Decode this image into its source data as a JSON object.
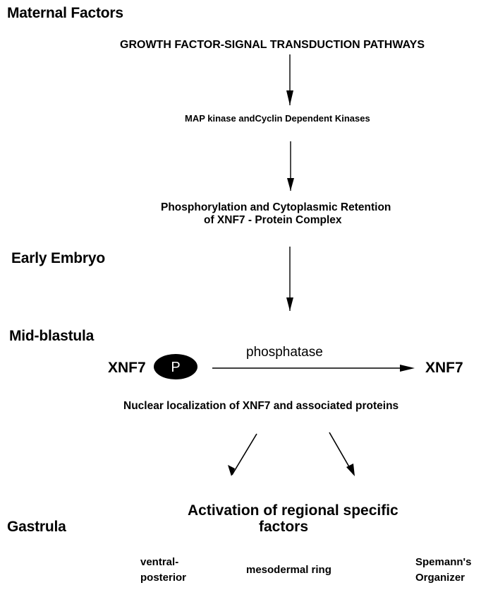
{
  "stages": {
    "maternal": "Maternal Factors",
    "early_embryo": "Early Embryo",
    "mid_blastula": "Mid-blastula",
    "gastrula": "Gastrula"
  },
  "steps": {
    "growth_factor": "GROWTH FACTOR-SIGNAL TRANSDUCTION PATHWAYS",
    "kinases": "MAP kinase andCyclin Dependent Kinases",
    "phosphorylation_line1": "Phosphorylation and Cytoplasmic Retention",
    "phosphorylation_line2": "of XNF7 - Protein Complex",
    "nuclear_localization": "Nuclear localization of XNF7 and associated proteins",
    "activation_line1": "Activation of regional specific",
    "activation_line2": "factors"
  },
  "dephosphorylation": {
    "substrate": "XNF7",
    "phospho_tag": "P",
    "enzyme": "phosphatase",
    "product": "XNF7"
  },
  "regions": {
    "ventral_line1": "ventral-",
    "ventral_line2": "posterior",
    "mesodermal": "mesodermal ring",
    "spemann_line1": "Spemann's",
    "spemann_line2": "Organizer"
  }
}
